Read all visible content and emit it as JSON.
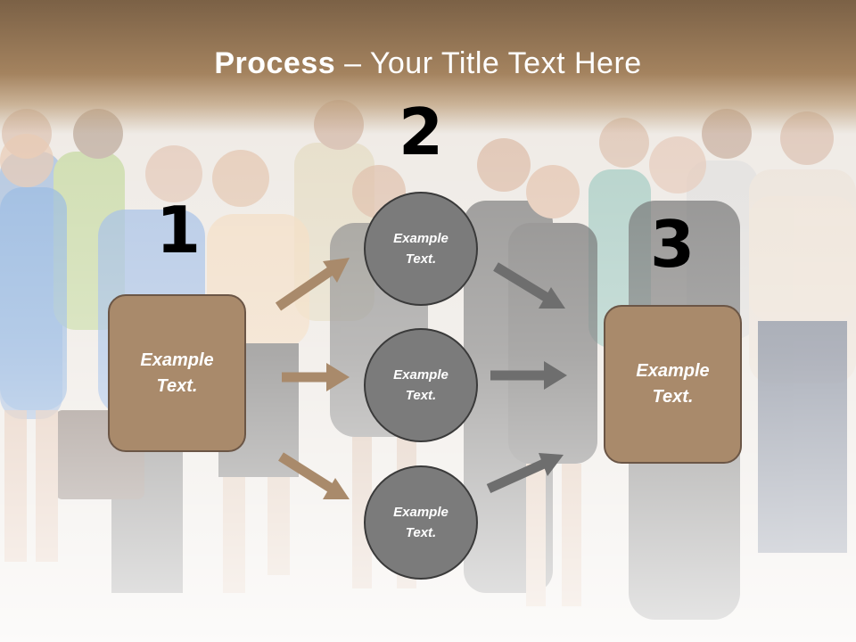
{
  "title": {
    "bold": "Process",
    "rest": " – Your Title Text Here"
  },
  "steps": [
    "1",
    "2",
    "3"
  ],
  "box_left": {
    "line1": "Example",
    "line2": "Text."
  },
  "box_right": {
    "line1": "Example",
    "line2": "Text."
  },
  "circles": [
    {
      "line1": "Example",
      "line2": "Text."
    },
    {
      "line1": "Example",
      "line2": "Text."
    },
    {
      "line1": "Example",
      "line2": "Text."
    }
  ],
  "colors": {
    "band": "#a4835f",
    "box": "#a98a6b",
    "circle": "#7b7b7b",
    "arrow_tan": "#a98a6b",
    "arrow_gray": "#6e6e6e"
  }
}
